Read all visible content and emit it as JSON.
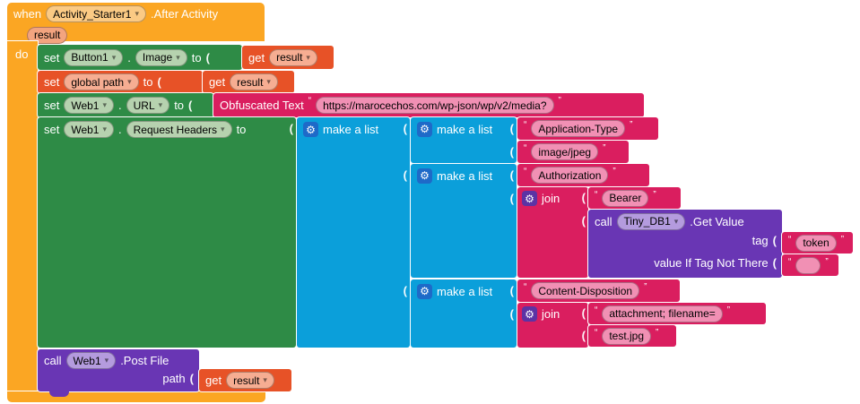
{
  "colors": {
    "workspace_bg": "#FFFFFF",
    "event_orange": "#FBA623",
    "event_pill": "#FBCA84",
    "param_pill": "#F3A47F",
    "setter_green": "#2E8B46",
    "green_pill": "#B6D2AF",
    "variable_orange": "#E75227",
    "orange_pill": "#F6AD92",
    "text_magenta": "#DA1E5F",
    "magenta_pill": "#F190B4",
    "list_blue": "#0B9FDA",
    "gear_blue": "#1E6AC8",
    "call_purple": "#6936B4",
    "purple_pill": "#B49BDE",
    "gear_purple": "#5C33A4"
  },
  "icons": {
    "mutator_gear": "⚙",
    "socket": "(",
    "dropdown_arrow": "▾"
  },
  "punctuation": {
    "open_quote": "“",
    "close_quote": "”",
    "dot": "."
  },
  "event_block": {
    "keyword": "when",
    "component": "Activity_Starter1",
    "event_name": ".After Activity",
    "parameter": "result",
    "do_label": "do"
  },
  "set_button_image": {
    "keyword": "set",
    "component": "Button1",
    "property": "Image",
    "to_label": "to",
    "value": {
      "keyword": "get",
      "variable": "result"
    }
  },
  "set_global_path": {
    "keyword": "set",
    "variable": "global path",
    "to_label": "to",
    "value": {
      "keyword": "get",
      "variable": "result"
    }
  },
  "set_web_url": {
    "keyword": "set",
    "component": "Web1",
    "property": "URL",
    "to_label": "to",
    "value": {
      "label": "Obfuscated Text",
      "text": "https://marocechos.com/wp-json/wp/v2/media?"
    }
  },
  "set_request_headers": {
    "keyword": "set",
    "component": "Web1",
    "property": "Request Headers",
    "to_label": "to",
    "outer_list": {
      "label": "make a list"
    },
    "list1": {
      "label": "make a list",
      "items": [
        "Application-Type",
        "image/jpeg"
      ]
    },
    "list2": {
      "label": "make a list",
      "header_item": "Authorization",
      "join": {
        "label": "join",
        "first": "Bearer"
      },
      "tinydb_call": {
        "keyword": "call",
        "component": "Tiny_DB1",
        "method": ".Get Value",
        "tag_label": "tag",
        "tag_value": "token",
        "default_label": "value If Tag Not There",
        "default_value": ""
      }
    },
    "list3": {
      "label": "make a list",
      "header_item": "Content-Disposition",
      "join": {
        "label": "join",
        "first": "attachment; filename=",
        "second": "test.jpg"
      }
    }
  },
  "post_file_call": {
    "keyword": "call",
    "component": "Web1",
    "method": ".Post File",
    "path_label": "path",
    "value": {
      "keyword": "get",
      "variable": "result"
    }
  }
}
